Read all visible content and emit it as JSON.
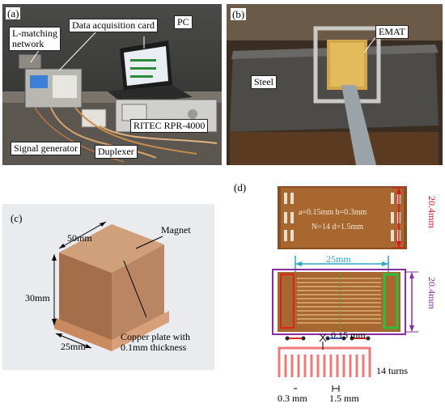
{
  "panels": {
    "a": {
      "label": "(a)",
      "callouts": {
        "l_matching": "L-matching\nnetwork",
        "daq": "Data acquisition card",
        "pc": "PC",
        "ritec": "RITEC RPR-4000",
        "signal_gen": "Signal generator",
        "duplexer": "Duplexer"
      }
    },
    "b": {
      "label": "(b)",
      "emat": "EMAT",
      "steel": "Steel"
    },
    "c": {
      "label": "(c)",
      "magnet": "Magnet",
      "dim_50": "50mm",
      "dim_30": "30mm",
      "dim_25": "25mm",
      "copper": "Copper plate with\n0.1mm thickness"
    },
    "d": {
      "label": "(d)",
      "pcb_text_1": "a=0.15mm b=0.3mm",
      "pcb_text_2": "N=14  d=1.5mm",
      "dim_height_top": "20.4mm",
      "dim_width": "25mm",
      "dim_height_bottom": "20.4mm",
      "dim_gap": "0.15 mm",
      "turns": "14 turns",
      "dim_03": "0.3 mm",
      "dim_15": "1.5 mm"
    }
  },
  "colors": {
    "dim_red": "#e0101a",
    "dim_cyan": "#29a9c7",
    "dim_purple": "#8a2ea3",
    "coil_green": "#2bbf3a",
    "pcb_brown": "#a8672f",
    "copper_pink": "#f07a7a"
  }
}
